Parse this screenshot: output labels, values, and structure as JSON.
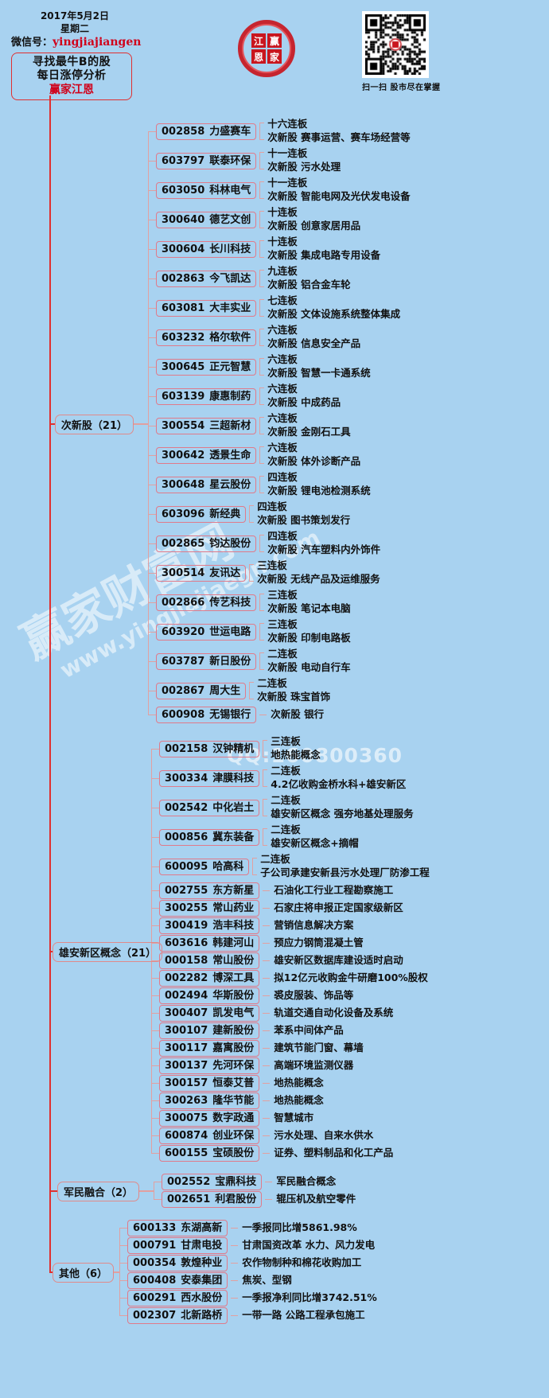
{
  "header": {
    "date": "2017年5月2日",
    "weekday": "星期二",
    "wechat_label": "微信号：",
    "wechat_id": "yingjiajiangen",
    "title_line1": "寻找最牛B的股",
    "title_line2": "每日涨停分析",
    "title_line3": "赢家江恩",
    "logo_chars": [
      "江",
      "赢",
      "恩",
      "家"
    ],
    "qr_caption": "扫一扫 股市尽在掌握"
  },
  "watermarks": {
    "big": "赢家财富网",
    "url": "www.yingjiajiaegn.com",
    "qq": "QQ:160800360"
  },
  "colors": {
    "background": "#a8d2f0",
    "accent_red": "#d0021b",
    "line_red": "#e03030",
    "chip_border": "#e07a8a",
    "text": "#101010"
  },
  "groups": [
    {
      "label": "次新股（21）",
      "items": [
        {
          "code": "002858",
          "name": "力盛赛车",
          "lines": [
            "十六连板",
            "次新股  赛事运营、赛车场经营等"
          ]
        },
        {
          "code": "603797",
          "name": "联泰环保",
          "lines": [
            "十一连板",
            "次新股  污水处理"
          ]
        },
        {
          "code": "603050",
          "name": "科林电气",
          "lines": [
            "十一连板",
            "次新股  智能电网及光伏发电设备"
          ]
        },
        {
          "code": "300640",
          "name": "德艺文创",
          "lines": [
            "十连板",
            "次新股  创意家居用品"
          ]
        },
        {
          "code": "300604",
          "name": "长川科技",
          "lines": [
            "十连板",
            "次新股  集成电路专用设备"
          ]
        },
        {
          "code": "002863",
          "name": "今飞凯达",
          "lines": [
            "九连板",
            "次新股  铝合金车轮"
          ]
        },
        {
          "code": "603081",
          "name": "大丰实业",
          "lines": [
            "七连板",
            "次新股  文体设施系统整体集成"
          ]
        },
        {
          "code": "603232",
          "name": "格尔软件",
          "lines": [
            "六连板",
            "次新股  信息安全产品"
          ]
        },
        {
          "code": "300645",
          "name": "正元智慧",
          "lines": [
            "六连板",
            "次新股  智慧一卡通系统"
          ]
        },
        {
          "code": "603139",
          "name": "康惠制药",
          "lines": [
            "六连板",
            "次新股  中成药品"
          ]
        },
        {
          "code": "300554",
          "name": "三超新材",
          "lines": [
            "六连板",
            "次新股  金刚石工具"
          ]
        },
        {
          "code": "300642",
          "name": "透景生命",
          "lines": [
            "六连板",
            "次新股  体外诊断产品"
          ]
        },
        {
          "code": "300648",
          "name": "星云股份",
          "lines": [
            "四连板",
            "次新股  锂电池检测系统"
          ]
        },
        {
          "code": "603096",
          "name": "新经典",
          "lines": [
            "四连板",
            "次新股  图书策划发行"
          ]
        },
        {
          "code": "002865",
          "name": "钧达股份",
          "lines": [
            "四连板",
            "次新股  汽车塑料内外饰件"
          ]
        },
        {
          "code": "300514",
          "name": "友讯达",
          "lines": [
            "三连板",
            "次新股  无线产品及运维服务"
          ]
        },
        {
          "code": "002866",
          "name": "传艺科技",
          "lines": [
            "三连板",
            "次新股  笔记本电脑"
          ]
        },
        {
          "code": "603920",
          "name": "世运电路",
          "lines": [
            "三连板",
            "次新股  印制电路板"
          ]
        },
        {
          "code": "603787",
          "name": "新日股份",
          "lines": [
            "二连板",
            "次新股  电动自行车"
          ]
        },
        {
          "code": "002867",
          "name": "周大生",
          "lines": [
            "二连板",
            "次新股  珠宝首饰"
          ]
        },
        {
          "code": "600908",
          "name": "无锡银行",
          "lines": [
            "次新股  银行"
          ]
        }
      ]
    },
    {
      "label": "雄安新区概念（21）",
      "items": [
        {
          "code": "002158",
          "name": "汉钟精机",
          "lines": [
            "三连板",
            "地热能概念"
          ]
        },
        {
          "code": "300334",
          "name": "津膜科技",
          "lines": [
            "二连板",
            "4.2亿收购金桥水科+雄安新区"
          ]
        },
        {
          "code": "002542",
          "name": "中化岩土",
          "lines": [
            "二连板",
            "雄安新区概念  强夯地基处理服务"
          ]
        },
        {
          "code": "000856",
          "name": "冀东装备",
          "lines": [
            "二连板",
            "雄安新区概念+摘帽"
          ]
        },
        {
          "code": "600095",
          "name": "哈高科",
          "lines": [
            "二连板",
            "子公司承建安新县污水处理厂防渗工程"
          ]
        },
        {
          "code": "002755",
          "name": "东方新星",
          "lines": [
            "石油化工行业工程勘察施工"
          ]
        },
        {
          "code": "300255",
          "name": "常山药业",
          "lines": [
            "石家庄将申报正定国家级新区"
          ]
        },
        {
          "code": "300419",
          "name": "浩丰科技",
          "lines": [
            "营销信息解决方案"
          ]
        },
        {
          "code": "603616",
          "name": "韩建河山",
          "lines": [
            "预应力钢筒混凝土管"
          ]
        },
        {
          "code": "000158",
          "name": "常山股份",
          "lines": [
            "雄安新区数据库建设适时启动"
          ]
        },
        {
          "code": "002282",
          "name": "博深工具",
          "lines": [
            "拟12亿元收购金牛研磨100%股权"
          ]
        },
        {
          "code": "002494",
          "name": "华斯股份",
          "lines": [
            "裘皮服装、饰品等"
          ]
        },
        {
          "code": "300407",
          "name": "凯发电气",
          "lines": [
            "轨道交通自动化设备及系统"
          ]
        },
        {
          "code": "300107",
          "name": "建新股份",
          "lines": [
            "苯系中间体产品"
          ]
        },
        {
          "code": "300117",
          "name": "嘉寓股份",
          "lines": [
            "建筑节能门窗、幕墙"
          ]
        },
        {
          "code": "300137",
          "name": "先河环保",
          "lines": [
            "高端环境监测仪器"
          ]
        },
        {
          "code": "300157",
          "name": "恒泰艾普",
          "lines": [
            "地热能概念"
          ]
        },
        {
          "code": "300263",
          "name": "隆华节能",
          "lines": [
            "地热能概念"
          ]
        },
        {
          "code": "300075",
          "name": "数字政通",
          "lines": [
            "智慧城市"
          ]
        },
        {
          "code": "600874",
          "name": "创业环保",
          "lines": [
            "污水处理、自来水供水"
          ]
        },
        {
          "code": "600155",
          "name": "宝硕股份",
          "lines": [
            "证券、塑料制品和化工产品"
          ]
        }
      ]
    },
    {
      "label": "军民融合（2）",
      "items": [
        {
          "code": "002552",
          "name": "宝鼎科技",
          "lines": [
            "军民融合概念"
          ]
        },
        {
          "code": "002651",
          "name": "利君股份",
          "lines": [
            "辊压机及航空零件"
          ]
        }
      ]
    },
    {
      "label": "其他（6）",
      "items": [
        {
          "code": "600133",
          "name": "东湖高新",
          "lines": [
            "一季报同比增5861.98%"
          ]
        },
        {
          "code": "000791",
          "name": "甘肃电投",
          "lines": [
            "甘肃国资改革  水力、风力发电"
          ]
        },
        {
          "code": "000354",
          "name": "敦煌种业",
          "lines": [
            "农作物制种和棉花收购加工"
          ]
        },
        {
          "code": "600408",
          "name": "安泰集团",
          "lines": [
            "焦炭、型钢"
          ]
        },
        {
          "code": "600291",
          "name": "西水股份",
          "lines": [
            "一季报净利同比增3742.51%"
          ]
        },
        {
          "code": "002307",
          "name": "北新路桥",
          "lines": [
            "一带一路  公路工程承包施工"
          ]
        }
      ]
    }
  ]
}
